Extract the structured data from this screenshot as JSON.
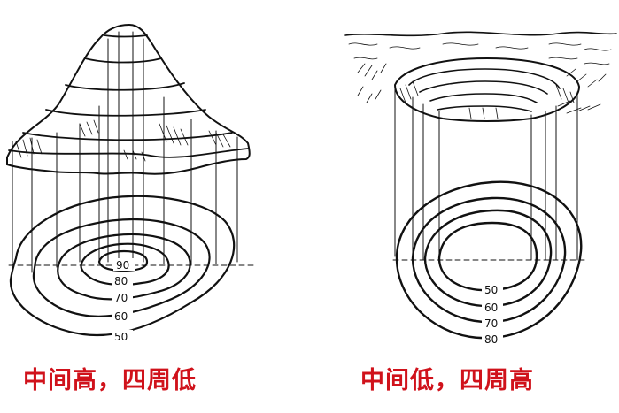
{
  "hill": {
    "caption": "中间高，四周低",
    "contour_labels": [
      "90",
      "80",
      "70",
      "60",
      "50"
    ]
  },
  "basin": {
    "caption": "中间低，四周高",
    "contour_labels": [
      "50",
      "60",
      "70",
      "80"
    ]
  },
  "colors": {
    "caption": "#d0121b",
    "ink": "#111111",
    "background": "#ffffff"
  }
}
